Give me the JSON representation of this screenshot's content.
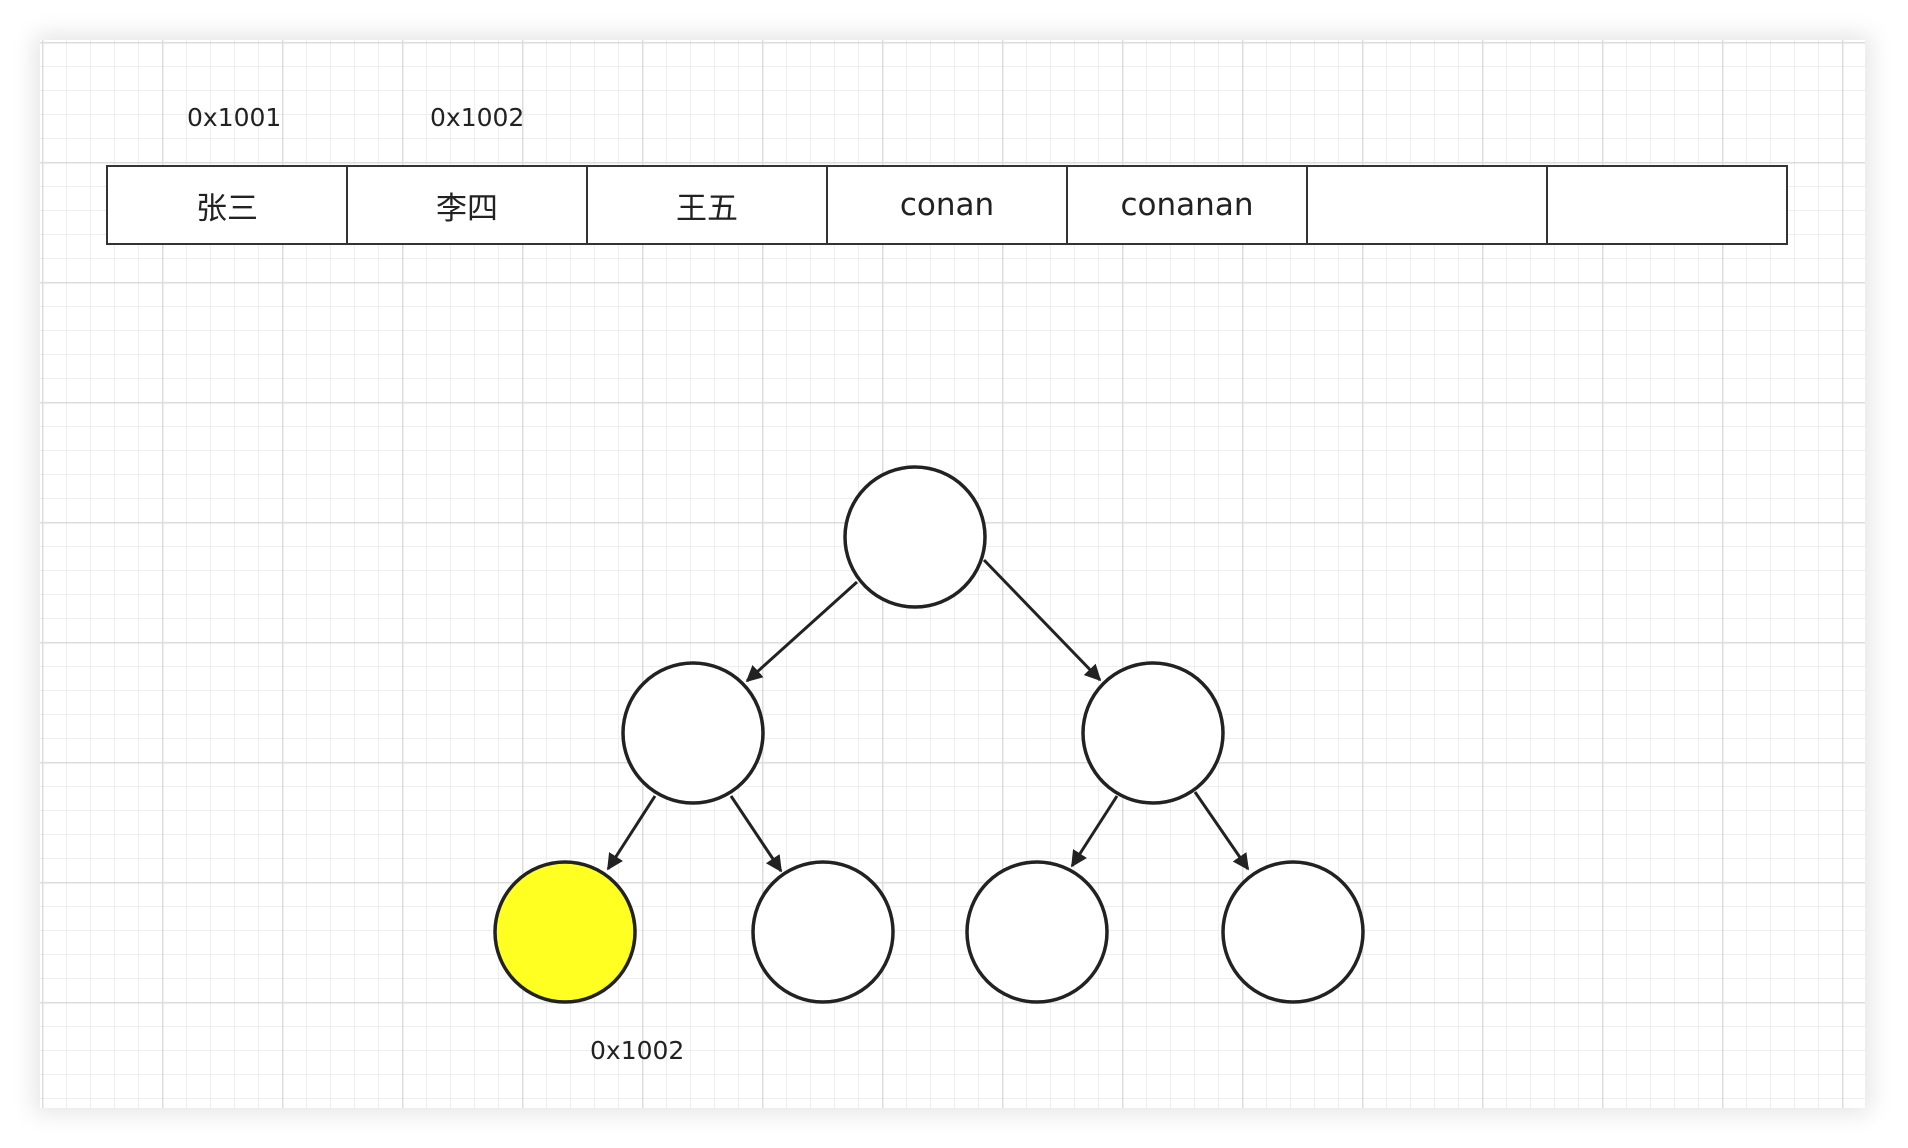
{
  "memory": {
    "addresses": [
      {
        "label": "0x1001"
      },
      {
        "label": "0x1002"
      }
    ],
    "cells": [
      "张三",
      "李四",
      "王五",
      "conan",
      "conanan",
      "",
      ""
    ]
  },
  "tree": {
    "node_colors": {
      "default": "#ffffff",
      "highlight": "#ffff22",
      "stroke": "#222222"
    },
    "highlighted_node": "left-left-leaf",
    "highlight_address": "0x1002"
  }
}
